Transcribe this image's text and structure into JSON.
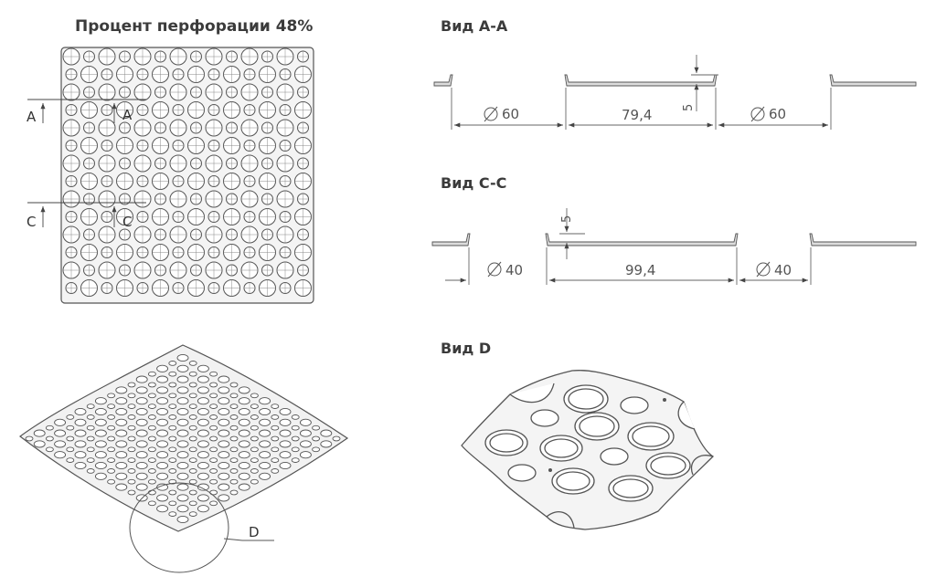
{
  "titles": {
    "perforation": "Процент перфорации 48%",
    "view_aa": "Вид A-A",
    "view_cc": "Вид C-C",
    "view_d": "Вид D"
  },
  "section_labels": {
    "a_left": "A",
    "a_right": "A",
    "c_left": "C",
    "c_right": "C",
    "detail": "D"
  },
  "view_aa": {
    "hole_left": "60",
    "pitch": "79,4",
    "depth": "5",
    "hole_right": "60"
  },
  "view_cc": {
    "hole_left": "40",
    "depth": "5",
    "pitch": "99,4",
    "hole_right": "40"
  },
  "colors": {
    "line": "#555555",
    "hole": "#ffffff",
    "sheet": "#f2f2f2"
  }
}
